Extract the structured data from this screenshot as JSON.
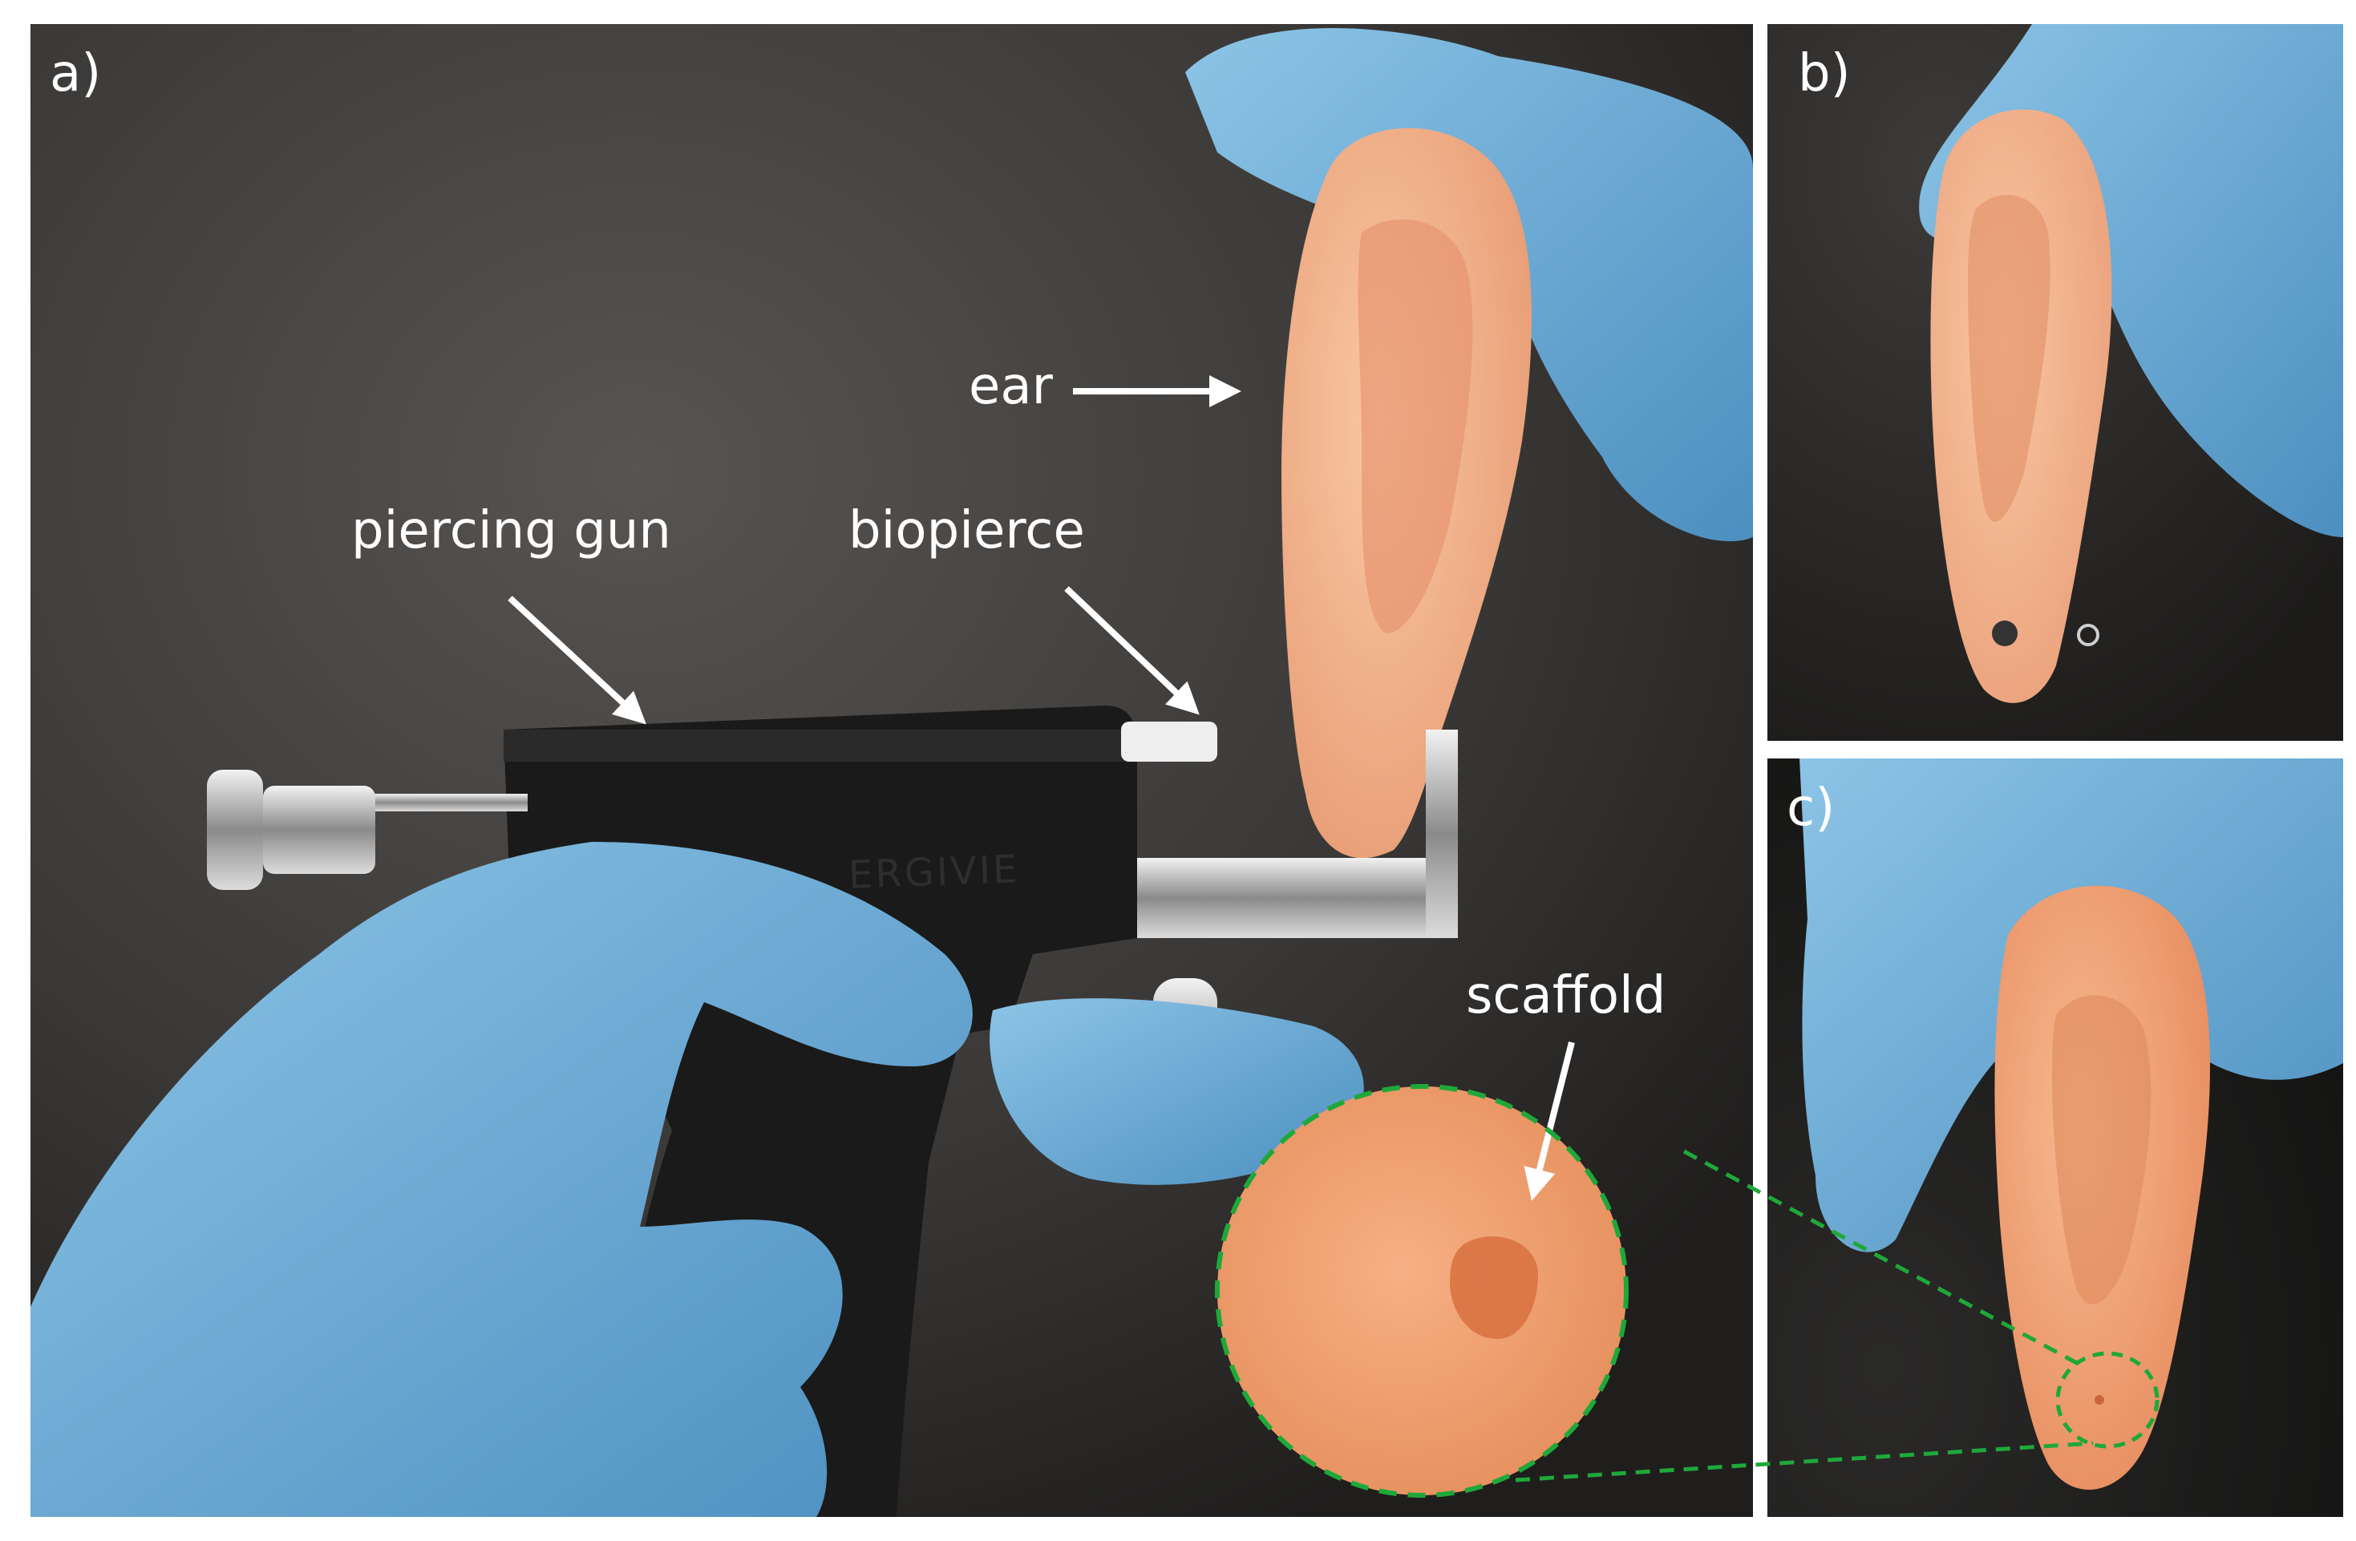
{
  "panels": {
    "a": {
      "label": "a)"
    },
    "b": {
      "label": "b)"
    },
    "c": {
      "label": "c)"
    }
  },
  "annotations": {
    "ear": "ear",
    "piercing_gun": "piercing gun",
    "biopierce": "biopierce",
    "scaffold": "scaffold"
  },
  "embossed_brand": "ERGIVIE",
  "colors": {
    "glove": "#6faed6",
    "ear_skin": "#f2b08a",
    "gun_body": "#1a1a1a",
    "background": "#3a3836",
    "zoom_outline": "#1fa83a",
    "label_text": "#ffffff"
  }
}
